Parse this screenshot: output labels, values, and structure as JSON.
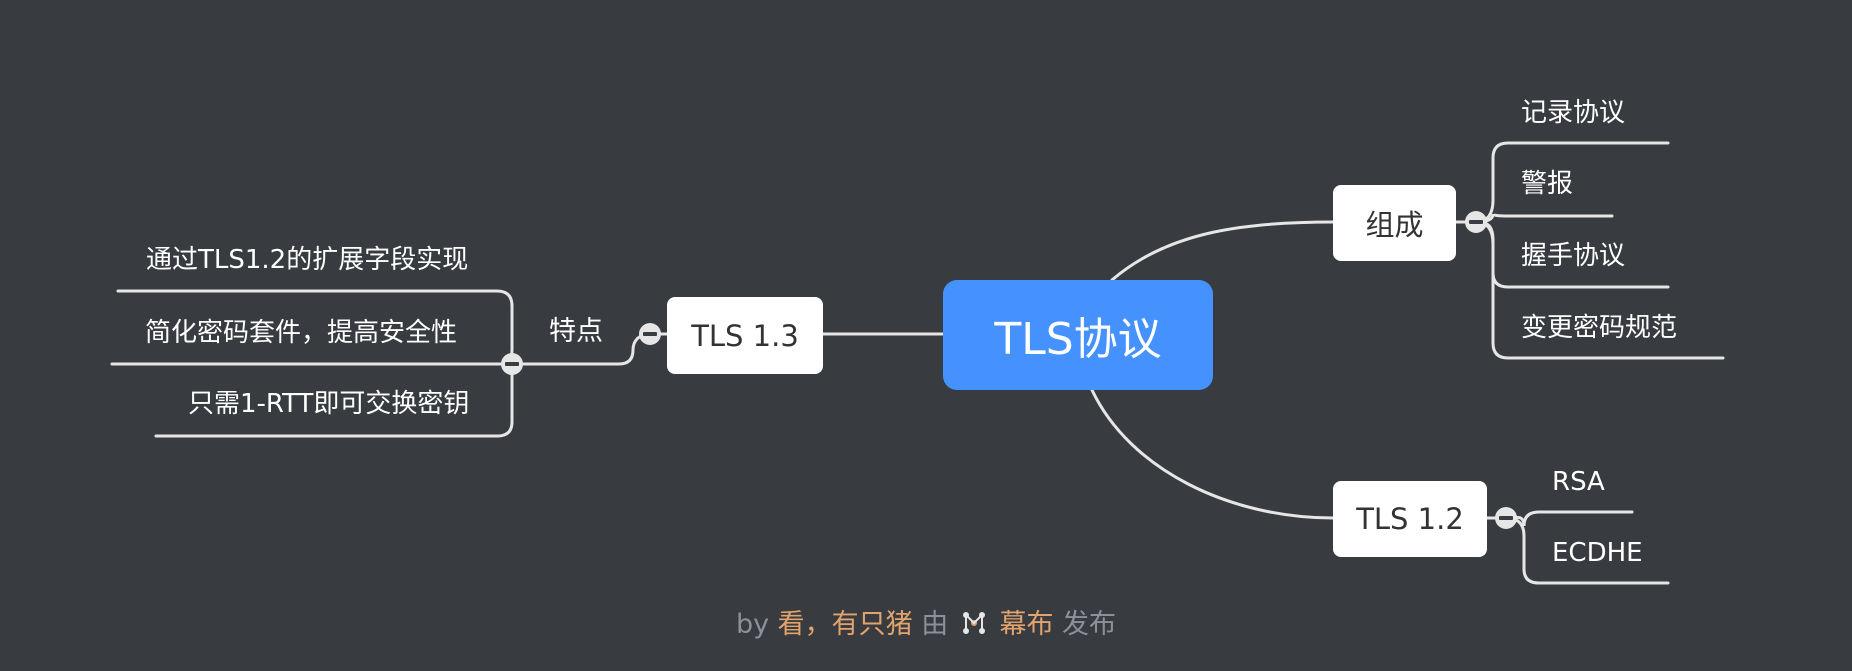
{
  "colors": {
    "background": "#383b40",
    "root_fill": "#4592ff",
    "node_fill": "#ffffff",
    "line": "#e6e6e6",
    "footer_text": "#8d9096",
    "footer_accent": "#e2a36c"
  },
  "root": {
    "label": "TLS协议"
  },
  "branches": {
    "composition": {
      "label": "组成",
      "children": [
        "记录协议",
        "警报",
        "握手协议",
        "变更密码规范"
      ]
    },
    "tls12": {
      "label": "TLS 1.2",
      "children": [
        "RSA",
        "ECDHE"
      ]
    },
    "tls13": {
      "label": "TLS 1.3",
      "sub_label": "特点",
      "children": [
        "通过TLS1.2的扩展字段实现",
        "简化密码套件，提高安全性",
        "只需1-RTT即可交换密钥"
      ]
    }
  },
  "footer": {
    "by": "by",
    "author": "看，有只猪",
    "via": "由",
    "logo_icon": "mubu-logo-icon",
    "platform": "幕布",
    "published": "发布"
  }
}
